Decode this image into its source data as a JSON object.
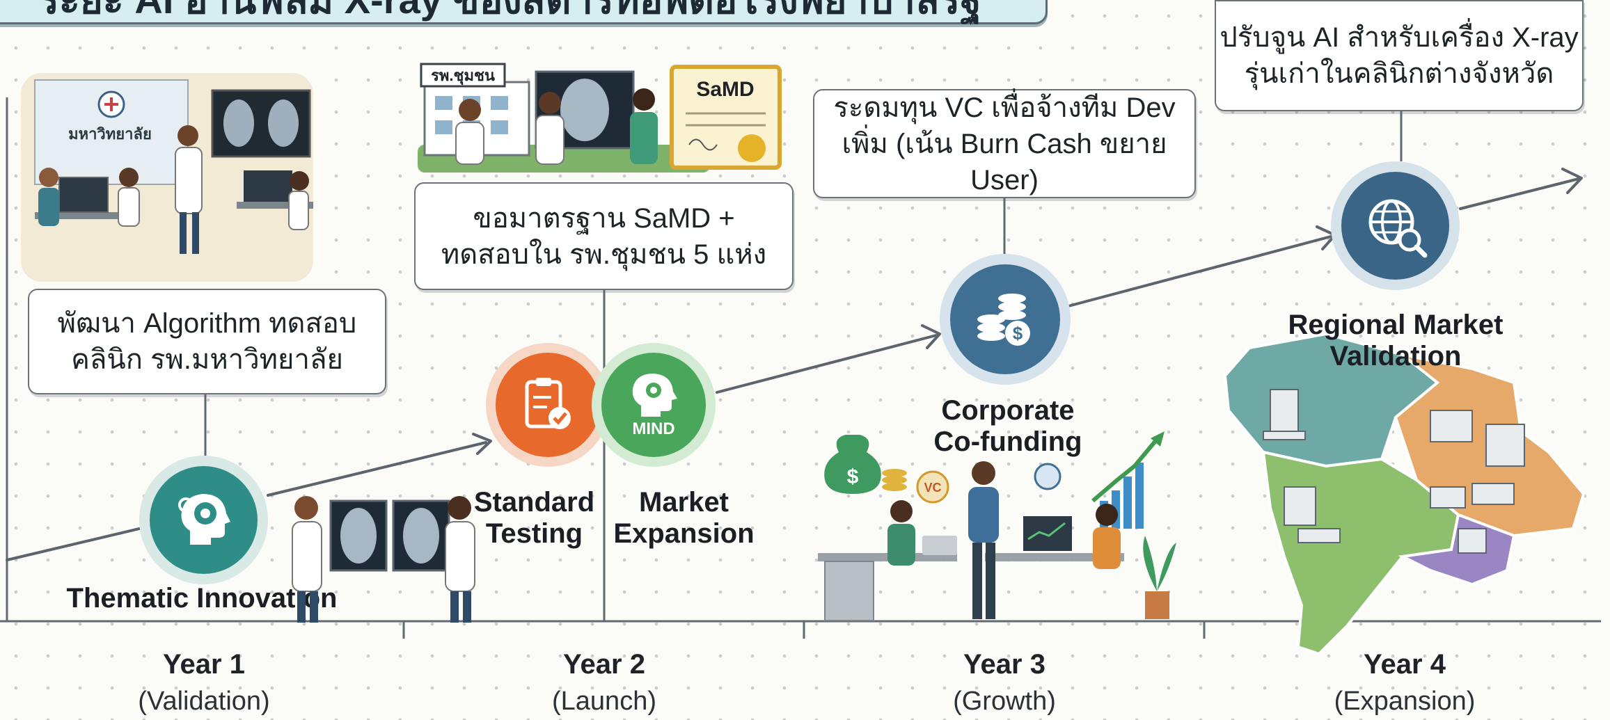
{
  "title": "ระยะ AI อ่านฟิล์ม X-ray ของสตาร์ทอัพต่อโรงพยาบาลรัฐ",
  "phases": [
    {
      "node_label": "Thematic Innovation",
      "callout_lines": [
        "พัฒนา Algorithm ทดสอบ",
        "คลินิก รพ.มหาวิทยาลัย"
      ],
      "year": "Year 1",
      "stage": "(Validation)",
      "color": "#2e8d87",
      "icon": "brain-gear-icon"
    },
    {
      "node_label": "Standard Testing",
      "callout_lines": [
        "ขอมาตรฐาน SaMD +",
        "ทดสอบใน รพ.ชุมชน 5 แห่ง"
      ],
      "year": "Year 2",
      "stage": "(Launch)",
      "color": "#e8692c",
      "icon": "clipboard-check-icon"
    },
    {
      "node_label": "Market Expansion",
      "node_badge": "MIND",
      "color": "#4aa65a",
      "icon": "head-gear-icon"
    },
    {
      "node_label": "Corporate Co-funding",
      "callout_lines": [
        "ระดมทุน VC เพื่อจ้างทีม Dev",
        "เพิ่ม (เน้น Burn Cash ขยาย User)"
      ],
      "year": "Year 3",
      "stage": "(Growth)",
      "color": "#3f6f93",
      "icon": "coins-icon"
    },
    {
      "node_label": "Regional Market Validation",
      "callout_lines": [
        "ปรับจูน AI สำหรับเครื่อง X-ray",
        "รุ่นเก่าในคลินิกต่างจังหวัด"
      ],
      "year": "Year 4",
      "stage": "(Expansion)",
      "color": "#3b6586",
      "icon": "globe-search-icon"
    }
  ],
  "scene_text": {
    "university_sign": "มหาวิทยาลัย",
    "hospital_sign": "รพ.ชุมชน",
    "certificate": "SaMD",
    "vc_badge": "VC"
  },
  "colors": {
    "timeline": "#626970",
    "map_teal": "#6fa9a6",
    "map_orange": "#e6a96a",
    "map_green": "#8dbf6d",
    "map_purple": "#9a86c2"
  }
}
